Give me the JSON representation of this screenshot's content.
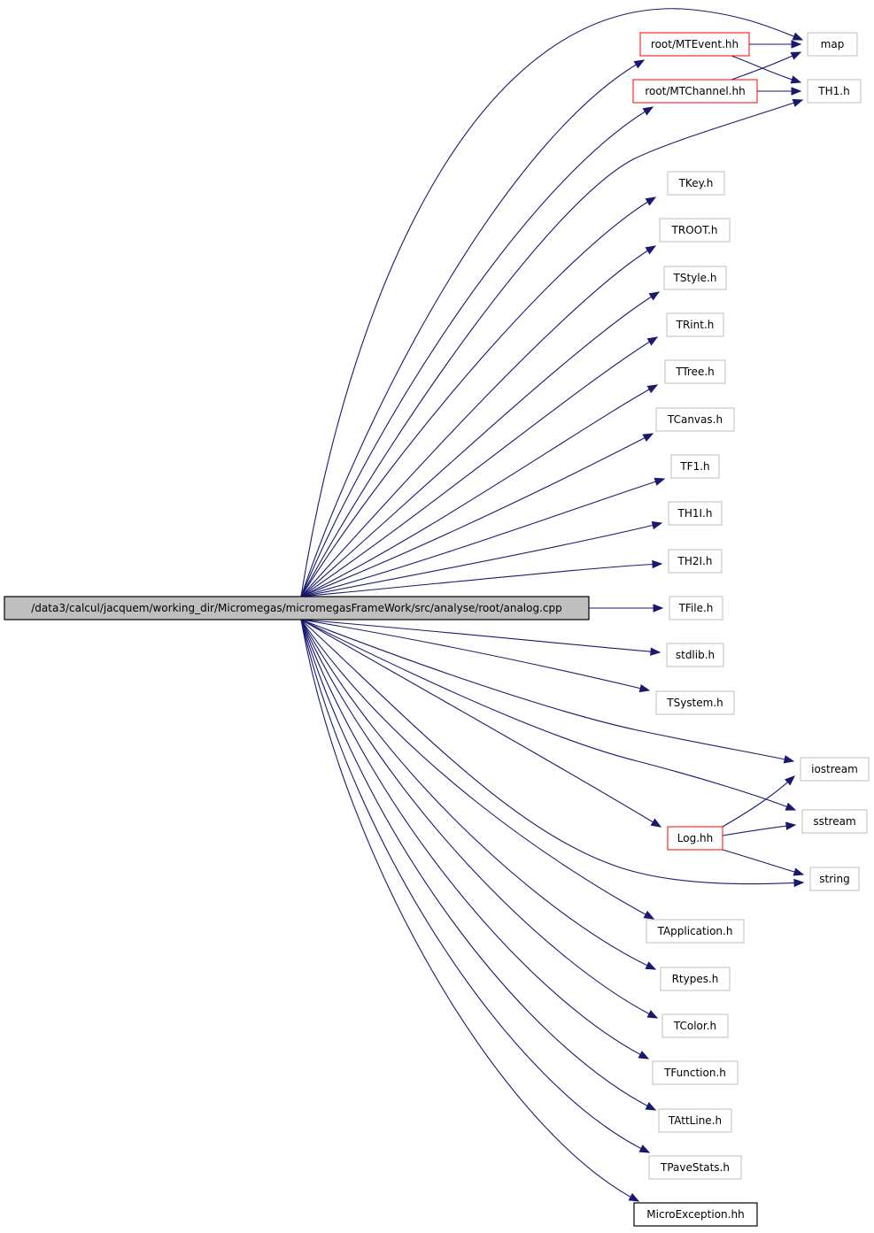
{
  "colors": {
    "edge": "#191970",
    "root_fill": "#bfbfbf",
    "box_border_default": "#bfbfbf",
    "box_border_red": "#ff0000",
    "box_border_black": "#000000"
  },
  "nodes": [
    {
      "id": "analog",
      "label": "/data3/calcul/jacquem/working_dir/Micromegas/micromegasFrameWork/src/analyse/root/analog.cpp",
      "border": "root"
    },
    {
      "id": "mtevent",
      "label": "root/MTEvent.hh",
      "border": "red"
    },
    {
      "id": "mtchannel",
      "label": "root/MTChannel.hh",
      "border": "red"
    },
    {
      "id": "map",
      "label": "map",
      "border": "default"
    },
    {
      "id": "th1",
      "label": "TH1.h",
      "border": "default"
    },
    {
      "id": "tkey",
      "label": "TKey.h",
      "border": "default"
    },
    {
      "id": "troot",
      "label": "TROOT.h",
      "border": "default"
    },
    {
      "id": "tstyle",
      "label": "TStyle.h",
      "border": "default"
    },
    {
      "id": "trint",
      "label": "TRint.h",
      "border": "default"
    },
    {
      "id": "ttree",
      "label": "TTree.h",
      "border": "default"
    },
    {
      "id": "tcanvas",
      "label": "TCanvas.h",
      "border": "default"
    },
    {
      "id": "tf1",
      "label": "TF1.h",
      "border": "default"
    },
    {
      "id": "th1i",
      "label": "TH1I.h",
      "border": "default"
    },
    {
      "id": "th2i",
      "label": "TH2I.h",
      "border": "default"
    },
    {
      "id": "tfile",
      "label": "TFile.h",
      "border": "default"
    },
    {
      "id": "stdlib",
      "label": "stdlib.h",
      "border": "default"
    },
    {
      "id": "tsystem",
      "label": "TSystem.h",
      "border": "default"
    },
    {
      "id": "iostream",
      "label": "iostream",
      "border": "default"
    },
    {
      "id": "sstream",
      "label": "sstream",
      "border": "default"
    },
    {
      "id": "log",
      "label": "Log.hh",
      "border": "red"
    },
    {
      "id": "string",
      "label": "string",
      "border": "default"
    },
    {
      "id": "tapplication",
      "label": "TApplication.h",
      "border": "default"
    },
    {
      "id": "rtypes",
      "label": "Rtypes.h",
      "border": "default"
    },
    {
      "id": "tcolor",
      "label": "TColor.h",
      "border": "default"
    },
    {
      "id": "tfunction",
      "label": "TFunction.h",
      "border": "default"
    },
    {
      "id": "tattline",
      "label": "TAttLine.h",
      "border": "default"
    },
    {
      "id": "tpavestats",
      "label": "TPaveStats.h",
      "border": "default"
    },
    {
      "id": "microexception",
      "label": "MicroException.hh",
      "border": "black"
    }
  ],
  "edges": [
    {
      "from": "analog",
      "to": "map"
    },
    {
      "from": "analog",
      "to": "mtevent"
    },
    {
      "from": "analog",
      "to": "mtchannel"
    },
    {
      "from": "analog",
      "to": "th1"
    },
    {
      "from": "analog",
      "to": "tkey"
    },
    {
      "from": "analog",
      "to": "troot"
    },
    {
      "from": "analog",
      "to": "tstyle"
    },
    {
      "from": "analog",
      "to": "trint"
    },
    {
      "from": "analog",
      "to": "ttree"
    },
    {
      "from": "analog",
      "to": "tcanvas"
    },
    {
      "from": "analog",
      "to": "tf1"
    },
    {
      "from": "analog",
      "to": "th1i"
    },
    {
      "from": "analog",
      "to": "th2i"
    },
    {
      "from": "analog",
      "to": "tfile"
    },
    {
      "from": "analog",
      "to": "stdlib"
    },
    {
      "from": "analog",
      "to": "tsystem"
    },
    {
      "from": "analog",
      "to": "iostream"
    },
    {
      "from": "analog",
      "to": "sstream"
    },
    {
      "from": "analog",
      "to": "log"
    },
    {
      "from": "analog",
      "to": "string"
    },
    {
      "from": "analog",
      "to": "tapplication"
    },
    {
      "from": "analog",
      "to": "rtypes"
    },
    {
      "from": "analog",
      "to": "tcolor"
    },
    {
      "from": "analog",
      "to": "tfunction"
    },
    {
      "from": "analog",
      "to": "tattline"
    },
    {
      "from": "analog",
      "to": "tpavestats"
    },
    {
      "from": "analog",
      "to": "microexception"
    },
    {
      "from": "mtevent",
      "to": "map"
    },
    {
      "from": "mtevent",
      "to": "th1"
    },
    {
      "from": "mtchannel",
      "to": "map"
    },
    {
      "from": "mtchannel",
      "to": "th1"
    },
    {
      "from": "log",
      "to": "iostream"
    },
    {
      "from": "log",
      "to": "sstream"
    },
    {
      "from": "log",
      "to": "string"
    }
  ]
}
